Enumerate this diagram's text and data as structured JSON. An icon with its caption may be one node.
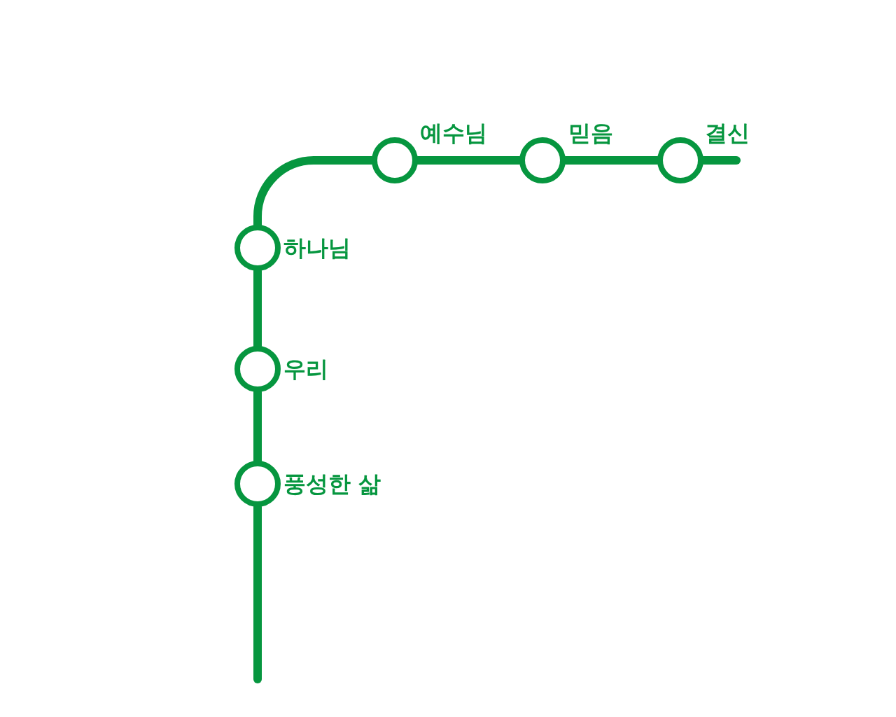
{
  "diagram": {
    "nodes": [
      {
        "text": [],
        "shape": "circle",
        "beside": [
          "예수님"
        ]
      },
      {
        "text": [],
        "shape": "circle",
        "beside": [
          "믿음"
        ]
      },
      {
        "text": [],
        "shape": "circle",
        "beside": [
          "결신"
        ]
      },
      {
        "text": [],
        "shape": "circle",
        "beside": [
          "하나님"
        ]
      },
      {
        "text": [],
        "shape": "circle",
        "beside": [
          "우리"
        ]
      },
      {
        "text": [],
        "shape": "circle",
        "beside": [
          "풍성한 삶"
        ]
      }
    ],
    "edges": [
      {
        "from": null,
        "to": 5,
        "arrow": "none"
      },
      {
        "from": 5,
        "to": 4,
        "arrow": "none"
      },
      {
        "from": 4,
        "to": 3,
        "arrow": "none"
      },
      {
        "from": 3,
        "to": 0,
        "arrow": "none"
      },
      {
        "from": 0,
        "to": 1,
        "arrow": "none"
      },
      {
        "from": 1,
        "to": 2,
        "arrow": "none"
      },
      {
        "from": 2,
        "to": null,
        "arrow": "none"
      }
    ]
  }
}
